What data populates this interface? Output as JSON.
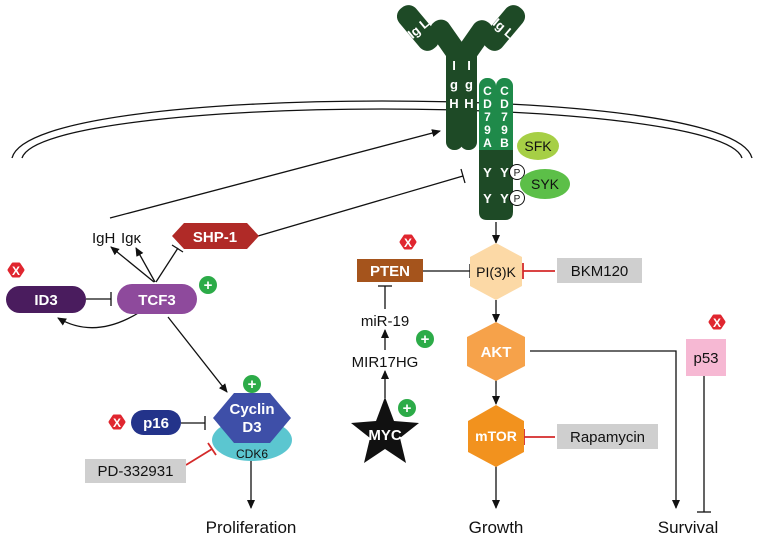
{
  "receptor": {
    "heavy_chain_labels": [
      "I",
      "g",
      "H"
    ],
    "light_chain_label": "Ig L",
    "cd79a_label": [
      "C",
      "D",
      "7",
      "9",
      "A"
    ],
    "cd79b_label": [
      "C",
      "D",
      "7",
      "9",
      "B"
    ],
    "itam": "Y",
    "phospho": "P",
    "sfk": "SFK",
    "syk": "SYK"
  },
  "nodes": {
    "igh": "IgH",
    "igk": "Igκ",
    "shp1": "SHP-1",
    "id3": "ID3",
    "tcf3": "TCF3",
    "p16": "p16",
    "cyclin_d3": [
      "Cyclin",
      "D3"
    ],
    "cdk6": "CDK6",
    "pd332991": "PD-332931",
    "pten": "PTEN",
    "mir19": "miR-19",
    "mir17hg": "MIR17HG",
    "myc": "MYC",
    "pi3k": "PI(3)K",
    "bkm120": "BKM120",
    "akt": "AKT",
    "mtor": "mTOR",
    "rapamycin": "Rapamycin",
    "p53": "p53"
  },
  "outcomes": {
    "proliferation": "Proliferation",
    "growth": "Growth",
    "survival": "Survival"
  },
  "badges": {
    "loss": "X",
    "gain": "+"
  },
  "colors": {
    "receptor_dark": "#1e4a26",
    "cd79": "#1f8a4a",
    "sfk": "#a6cf45",
    "syk": "#5cbf48",
    "shp1": "#b02a27",
    "id3": "#4a1c5e",
    "tcf3": "#8e4a9c",
    "p16": "#23338a",
    "cyclin": "#3e4fa8",
    "cdk6": "#5bc6d0",
    "pten": "#a5541c",
    "pi3k": "#fcd9a6",
    "akt": "#f6a24a",
    "mtor": "#f2921e",
    "p53": "#f6b8d3",
    "drug_bar": "#d42a2a",
    "loss_badge": "#e0262f",
    "gain_badge": "#2cab48"
  }
}
